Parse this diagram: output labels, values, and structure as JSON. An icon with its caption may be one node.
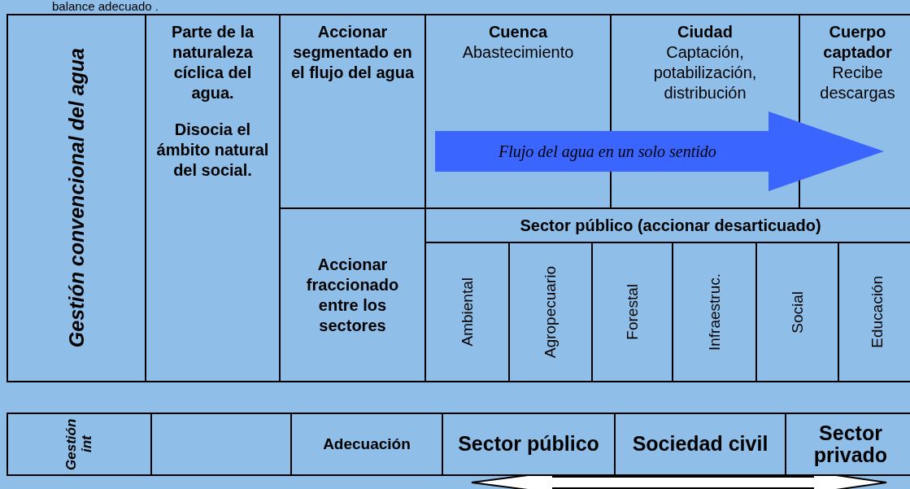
{
  "diagram": {
    "labels": [
      "balance adecuado .",
      "Gestión convencional del agua",
      "Parte de la naturaleza cíclica del agua.",
      "Disocia el ámbito natural del social.",
      "Accionar segmentado en el flujo del agua",
      "Cuenca",
      "Abastecimiento",
      "Ciudad",
      "Captación, potabilización, distribución",
      "Cuerpo captador",
      "Recibe descargas",
      "Flujo del agua en un solo sentido",
      "Sector público (accionar desarticuado)",
      "Accionar fraccionado entre los sectores",
      "Ambiental",
      "Agropecuario",
      "Forestal",
      "Infraestruc.",
      "Social",
      "Educación",
      "Gestión int",
      "Adecuación",
      "Sector público",
      "Sociedad civil",
      "Sector privado"
    ]
  }
}
